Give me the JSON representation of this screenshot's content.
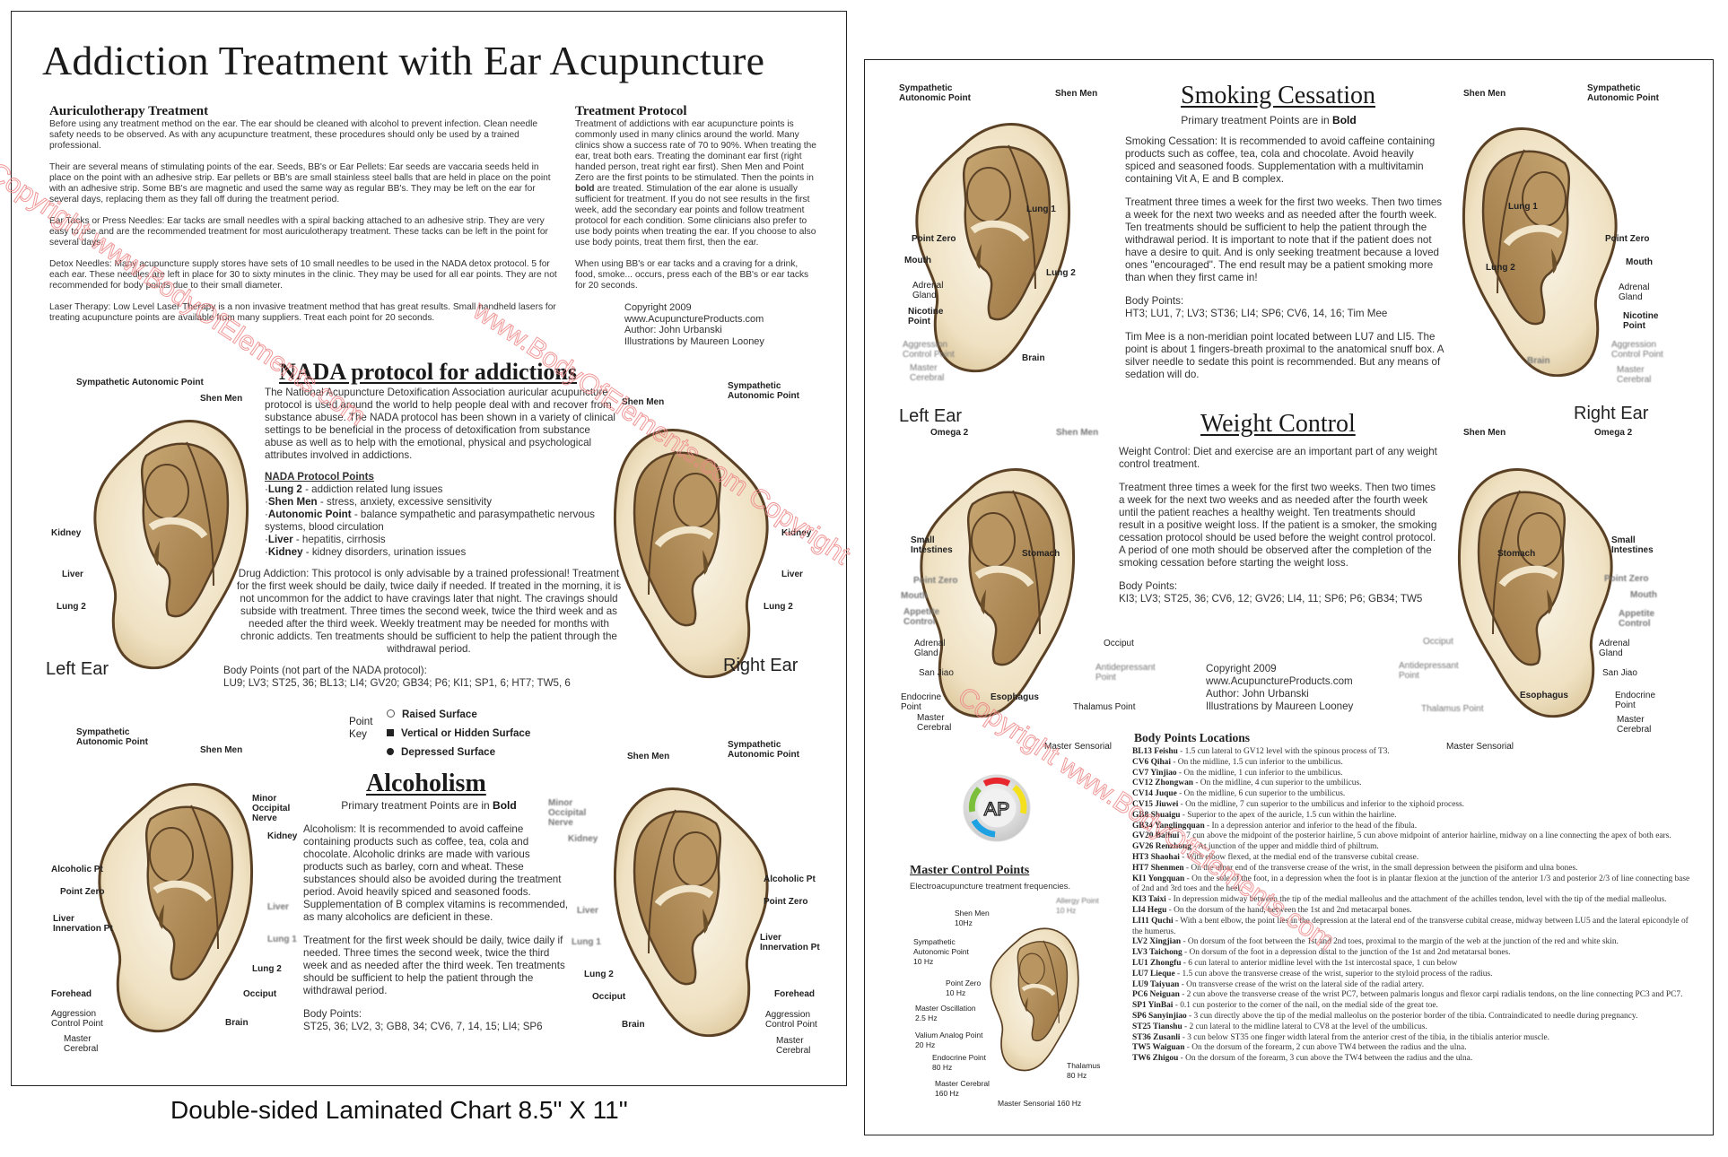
{
  "left_page": {
    "title": "Addiction Treatment with Ear Acupuncture",
    "auriculotherapy": {
      "heading": "Auriculotherapy Treatment",
      "paragraphs": [
        "Before using any treatment method on the ear. The ear should be cleaned with alcohol to prevent infection. Clean needle safety needs to be observed. As with any acupuncture treatment, these procedures should only be used by a trained professional.",
        "Their are several means of stimulating points of the ear. Seeds, BB's or Ear Pellets: Ear seeds are vaccaria seeds held in place on the point with an adhesive strip. Ear pellets or BB's are small stainless steel balls that are held in place on the point with an adhesive strip. Some BB's are magnetic and used the same way as regular BB's. They may be left on the ear for several days, replacing them as they fall off during the treatment period.",
        "Ear Tacks or Press Needles: Ear tacks are small needles with a spiral backing attached to an adhesive strip. They are very easy to use and are the recommended treatment for most auriculotherapy treatment. These tacks can be left in the point for several days.",
        "Detox Needles: Many acupuncture supply stores have sets of 10 small needles to be used in the NADA detox protocol. 5 for each ear. These needles are left in place for 30 to sixty minutes in the clinic. They may be used for all ear points. They are not recommended for body points due to their small diameter.",
        "Laser Therapy: Low Level Laser Therapy is a non invasive treatment method that has great results. Small handheld lasers for treating acupuncture points are available from many suppliers. Treat each point for 20 seconds."
      ]
    },
    "treatment_protocol": {
      "heading": "Treatment Protocol",
      "paragraph1_a": "Treatment of addictions with ear acupuncture points is commonly used in many clinics around the world. Many clinics show a success rate of 70 to 90%. When treating the ear, treat both ears. Treating the dominant ear first (right handed person, treat right ear first). Shen Men and Point Zero are the first points to be stimulated. Then the points in ",
      "paragraph1_bold": "bold",
      "paragraph1_b": " are treated. Stimulation of the ear alone is usually sufficient for treatment. If you do not see results in the first week, add the secondary ear points and follow treatment protocol for each condition. Some clinicians also prefer to use body points when treating the ear. If you choose to also use body points, treat them first, then the ear.",
      "paragraph2": "When using BB's or ear tacks and a craving for a drink, food, smoke... occurs, press each of the BB's or ear tacks for 20 seconds."
    },
    "credits": {
      "copyright": "Copyright 2009",
      "website": "www.AcupunctureProducts.com",
      "author": "Author: John Urbanski",
      "illustrator": "Illustrations by Maureen Looney"
    },
    "nada": {
      "heading": "NADA protocol for addictions",
      "intro": "The National Acupuncture Detoxification Association auricular acupuncture protocol is used around the world to help people deal with and recover from substance abuse. The NADA protocol has been shown in a variety of clinical settings to be beneficial in the process of detoxification from substance abuse as well as to help with the emotional, physical and psychological attributes involved in addictions.",
      "points_heading": "NADA Protocol Points",
      "points": [
        {
          "name": "Lung 2",
          "desc": " - addiction related lung issues"
        },
        {
          "name": "Shen Men",
          "desc": " - stress, anxiety, excessive sensitivity"
        },
        {
          "name": "Autonomic Point",
          "desc": " - balance sympathetic and parasympathetic nervous systems, blood circulation"
        },
        {
          "name": "Liver",
          "desc": " - hepatitis, cirrhosis"
        },
        {
          "name": "Kidney",
          "desc": " - kidney disorders, urination issues"
        }
      ],
      "drug_addiction": "Drug Addiction: This protocol is only advisable by a trained professional! Treatment for the first week should be daily, twice daily if needed. If treated in the morning, it is not uncommon for the addict to have cravings later that night. The cravings should subside with treatment. Three times the second week, twice the third week and as needed after the third week. Weekly treatment may be needed for months with chronic addicts. Ten treatments should be sufficient to help the patient through the withdrawal period.",
      "body_points_label": "Body Points (not part of the NADA protocol):",
      "body_points": "LU9; LV3; ST25, 36; BL13; LI4; GV20; GB34; P6; KI1; SP1, 6; HT7; TW5, 6",
      "left_ear": {
        "caption": "Left Ear",
        "labels": [
          "Sympathetic Autonomic Point",
          "Shen Men",
          "Kidney",
          "Liver",
          "Lung 2"
        ]
      },
      "right_ear": {
        "caption": "Right Ear",
        "labels": [
          "Shen Men",
          "Sympathetic Autonomic Point",
          "Kidney",
          "Liver",
          "Lung 2"
        ]
      }
    },
    "point_key": {
      "label_line1": "Point",
      "label_line2": "Key",
      "items": [
        {
          "symbol": "open-circle",
          "label": "Raised Surface"
        },
        {
          "symbol": "filled-square",
          "label": "Vertical or Hidden Surface"
        },
        {
          "symbol": "filled-circle",
          "label": "Depressed Surface"
        }
      ]
    },
    "alcoholism": {
      "heading": "Alcoholism",
      "subtitle_a": "Primary treatment Points are in ",
      "subtitle_bold": "Bold",
      "paragraph1": "Alcoholism: It is recommended to avoid caffeine containing products such as coffee, tea, cola and chocolate. Alcoholic drinks are made with various products such as barley, corn and wheat. These substances should also be avoided during the treatment period.  Avoid heavily spiced and seasoned foods. Supplementation of B complex vitamins is recommended, as many alcoholics are deficient in these.",
      "paragraph2": "Treatment for the first week should be daily, twice daily if needed. Three times the second week, twice the third week and as needed after the third week. Ten treatments should be sufficient to help the patient through the withdrawal period.",
      "body_points_label": "Body Points:",
      "body_points": "ST25, 36; LV2, 3; GB8, 34; CV6, 7, 14, 15; LI4; SP6",
      "left_ear_labels": [
        "Sympathetic Autonomic Point",
        "Shen Men",
        "Minor Occipital Nerve",
        "Kidney",
        "Alcoholic Pt",
        "Point Zero",
        "Liver Innervation Pt",
        "Liver",
        "Lung 1",
        "Lung 2",
        "Occiput",
        "Forehead",
        "Brain",
        "Aggression Control Point",
        "Master Cerebral"
      ],
      "right_ear_labels": [
        "Shen Men",
        "Sympathetic Autonomic Point",
        "Minor Occipital Nerve",
        "Kidney",
        "Alcoholic Pt",
        "Point Zero",
        "Liver",
        "Liver Innervation Pt",
        "Lung 1",
        "Lung 2",
        "Occiput",
        "Forehead",
        "Brain",
        "Aggression Control Point",
        "Master Cerebral"
      ]
    },
    "footer_caption": "Double-sided Laminated Chart 8.5\" X 11\""
  },
  "right_page": {
    "smoking": {
      "heading": "Smoking Cessation",
      "subtitle_a": "Primary treatment Points are in ",
      "subtitle_bold": "Bold",
      "paragraph1": "Smoking Cessation: It is recommended to avoid caffeine containing products such as coffee, tea, cola and chocolate. Avoid heavily spiced and seasoned foods.  Supplementation with a multivitamin containing Vit A, E and B complex.",
      "paragraph2": "Treatment three times a week for the first two weeks. Then two times a week for the next two weeks and as needed after the fourth week. Ten treatments should be sufficient to help the patient through the withdrawal period. It is important to note that if the patient does not have a desire to quit. And is only seeking treatment because a loved ones \"encouraged\". The end result may be a patient smoking more than when they first came in!",
      "body_points_label": "Body Points:",
      "body_points": "HT3; LU1, 7; LV3; ST36; LI4; SP6; CV6, 14, 16; Tim Mee",
      "tim_mee": "Tim Mee is a non-meridian point located between LU7 and LI5. The point is about 1 fingers-breath proximal to the anatomical snuff box. A silver needle to sedate this point is recommended. But any means of sedation will do.",
      "left_ear": {
        "caption": "Left Ear",
        "labels": [
          "Sympathetic Autonomic Point",
          "Shen Men",
          "Lung 1",
          "Point Zero",
          "Mouth",
          "Lung 2",
          "Adrenal Gland",
          "Nicotine Point",
          "Aggression Control Point",
          "Master Cerebral",
          "Brain"
        ]
      },
      "right_ear": {
        "caption": "Right Ear",
        "labels": [
          "Shen Men",
          "Sympathetic Autonomic Point",
          "Lung 1",
          "Point Zero",
          "Mouth",
          "Lung 2",
          "Adrenal Gland",
          "Nicotine Point",
          "Aggression Control Point",
          "Master Cerebral",
          "Brain"
        ]
      }
    },
    "weight": {
      "heading": "Weight Control",
      "paragraph1": "Weight Control: Diet and exercise are an important part of any weight control treatment.",
      "paragraph2": "Treatment three times a week for the first two weeks. Then two times a week for the next two weeks and as needed after the fourth week until the patient reaches a healthy weight. Ten treatments should result in a positive weight loss. If the patient is a smoker, the smoking cessation protocol should be used before the weight control protocol. A period of one moth should be observed after the completion of the smoking cessation before starting the weight loss.",
      "body_points_label": "Body Points:",
      "body_points": "KI3; LV3; ST25, 36; CV6, 12; GV26; LI4, 11; SP6; P6; GB34; TW5",
      "left_ear_labels": [
        "Omega 2",
        "Shen Men",
        "Small Intestines",
        "Stomach",
        "Point Zero",
        "Mouth",
        "Appetite Control",
        "Adrenal Gland",
        "San Jiao",
        "Endocrine Point",
        "Esophagus",
        "Occiput",
        "Antidepressant Point",
        "Thalamus Point",
        "Master Cerebral",
        "Master Sensorial"
      ],
      "right_ear_labels": [
        "Shen Men",
        "Omega 2",
        "Small Intestines",
        "Stomach",
        "Point Zero",
        "Mouth",
        "Appetite Control",
        "Occiput",
        "Adrenal Gland",
        "Antidepressant Point",
        "San Jiao",
        "Esophagus",
        "Endocrine Point",
        "Thalamus Point",
        "Master Cerebral",
        "Master Sensorial"
      ]
    },
    "credits": {
      "copyright": "Copyright 2009",
      "website": "www.AcupunctureProducts.com",
      "author": "Author: John Urbanski",
      "illustrator": "Illustrations by Maureen Looney"
    },
    "logo": {
      "letters": "AP",
      "ring_colors": [
        "#e8262d",
        "#f4e01c",
        "#1da1e2",
        "#7bbf3a"
      ]
    },
    "master_control": {
      "heading": "Master Control Points",
      "subtitle": "Electroacupuncture treatment frequencies.",
      "points": [
        {
          "label": "Allergy Point",
          "freq": "10 Hz"
        },
        {
          "label": "Shen Men",
          "freq": "10Hz"
        },
        {
          "label": "Sympathetic Autonomic Point",
          "freq": "10 Hz"
        },
        {
          "label": "Point Zero",
          "freq": "10 Hz"
        },
        {
          "label": "Master Oscillation",
          "freq": "2.5 Hz"
        },
        {
          "label": "Valium Analog Point",
          "freq": "20 Hz"
        },
        {
          "label": "Endocrine Point",
          "freq": "80 Hz"
        },
        {
          "label": "Thalamus",
          "freq": "80 Hz"
        },
        {
          "label": "Master Cerebral",
          "freq": "160 Hz"
        },
        {
          "label": "Master Sensorial",
          "freq": "160 Hz"
        }
      ]
    },
    "body_points_locations": {
      "heading": "Body Points Locations",
      "items": [
        {
          "code": "BL13 Feishu",
          "desc": " - 1.5 cun lateral to GV12 level with the spinous process of T3."
        },
        {
          "code": "CV6 Qihai",
          "desc": " - On the midline, 1.5 cun inferior to the umbilicus."
        },
        {
          "code": "CV7 Yinjiao",
          "desc": " - On the midline, 1 cun inferior to the umbilicus."
        },
        {
          "code": "CV12 Zhongwan",
          "desc": " - On the midline, 4 cun superior to the umbilicus."
        },
        {
          "code": "CV14 Juque",
          "desc": " - On the midline, 6 cun superior to the umbilicus."
        },
        {
          "code": "CV15 Jiuwei",
          "desc": " - On the midline, 7 cun superior to the umbilicus and inferior to the xiphoid process."
        },
        {
          "code": "GB8 Shuaigu",
          "desc": " - Superior to the apex of the auricle, 1.5 cun within the hairline."
        },
        {
          "code": "GB34 Yanglingquan",
          "desc": " - In a depression anterior and inferior to the head of the fibula."
        },
        {
          "code": "GV20 Baihui",
          "desc": " - 7 cun above the midpoint of the posterior hairline, 5 cun above midpoint of anterior hairline, midway on a line connecting the apex of both ears."
        },
        {
          "code": "GV26 Renzhong",
          "desc": " - At junction of the upper and middle third of philtrum."
        },
        {
          "code": "HT3 Shaohai",
          "desc": " - With elbow flexed, at the medial end of the transverse cubital crease."
        },
        {
          "code": "HT7 Shenmen",
          "desc": " - On the ulnar end of the transverse crease of the wrist, in the small depression between the pisiform and ulna bones."
        },
        {
          "code": "KI1 Yongquan",
          "desc": " - On the sole of the foot, in a depression when the foot is in plantar flexion at the junction of the anterior 1/3 and posterior 2/3 of line connecting base of 2nd and 3rd toes and the heel."
        },
        {
          "code": "KI3 Taixi",
          "desc": " - In depression midway between the tip of the medial malleolus and the attachment of the achilles tendon, level with the tip of the medial malleolus."
        },
        {
          "code": "LI4 Hegu",
          "desc": " - On the dorsum of the hand, between the 1st and 2nd metacarpal bones."
        },
        {
          "code": "LI11 Quchi",
          "desc": " - With a bent elbow, the point lies in the depression at the lateral end of the transverse cubital crease, midway between LU5 and the lateral epicondyle of the humerus."
        },
        {
          "code": "LV2 Xingjian",
          "desc": " - On dorsum of the foot between the 1st and 2nd toes, proximal to the margin of the web at the junction of the red and white skin."
        },
        {
          "code": "LV3 Taichong",
          "desc": " - On dorsum of the foot in a depression distal to the junction of the 1st and 2nd metatarsal bones."
        },
        {
          "code": "LU1 Zhongfu",
          "desc": " - 6 cun lateral to anterior midline level with the 1st intercostal space, 1 cun below"
        },
        {
          "code": "LU7 Lieque",
          "desc": " - 1.5 cun above the transverse crease of the wrist, superior to the styloid process of the radius."
        },
        {
          "code": "LU9 Taiyuan",
          "desc": " - On transverse crease of the wrist on the lateral side of the radial artery."
        },
        {
          "code": "PC6 Neiguan",
          "desc": " - 2 cun above the transverse crease of the wrist PC7, between palmaris longus and flexor carpi radialis tendons, on the line connecting PC3 and PC7."
        },
        {
          "code": "SP1 YinBai",
          "desc": "  - 0.1 cun posterior to the corner of the nail, on the medial side of the great toe."
        },
        {
          "code": "SP6 Sanyinjiao",
          "desc": " - 3 cun directly above the tip of the medial malleolus on the posterior border of the tibia. Contraindicated to needle during pregnancy."
        },
        {
          "code": "ST25 Tianshu",
          "desc": " - 2 cun lateral to the midline lateral to CV8 at the level of the umbilicus."
        },
        {
          "code": "ST36 Zusanli",
          "desc": " - 3 cun below ST35 one finger width lateral from the anterior crest of the tibia, in the tibialis anterior muscle."
        },
        {
          "code": "TW5 Waiguan",
          "desc": " - On the dorsum of the forearm, 2 cun above TW4 between the radius and the ulna."
        },
        {
          "code": "TW6 Zhigou",
          "desc": " - On the dorsum of the forearm, 3 cun above the TW4 between the radius and the ulna."
        }
      ]
    }
  },
  "watermark": {
    "text_1": "Copyright www.BodyOfElements.com",
    "text_2": "www.BodyOfElements.com Copyright",
    "color": "#e06060"
  },
  "colors": {
    "ear_skin": "#f1e6cc",
    "ear_inner": "#b08a55",
    "ear_outline": "#5a4125",
    "text": "#333333",
    "border": "#222222"
  }
}
